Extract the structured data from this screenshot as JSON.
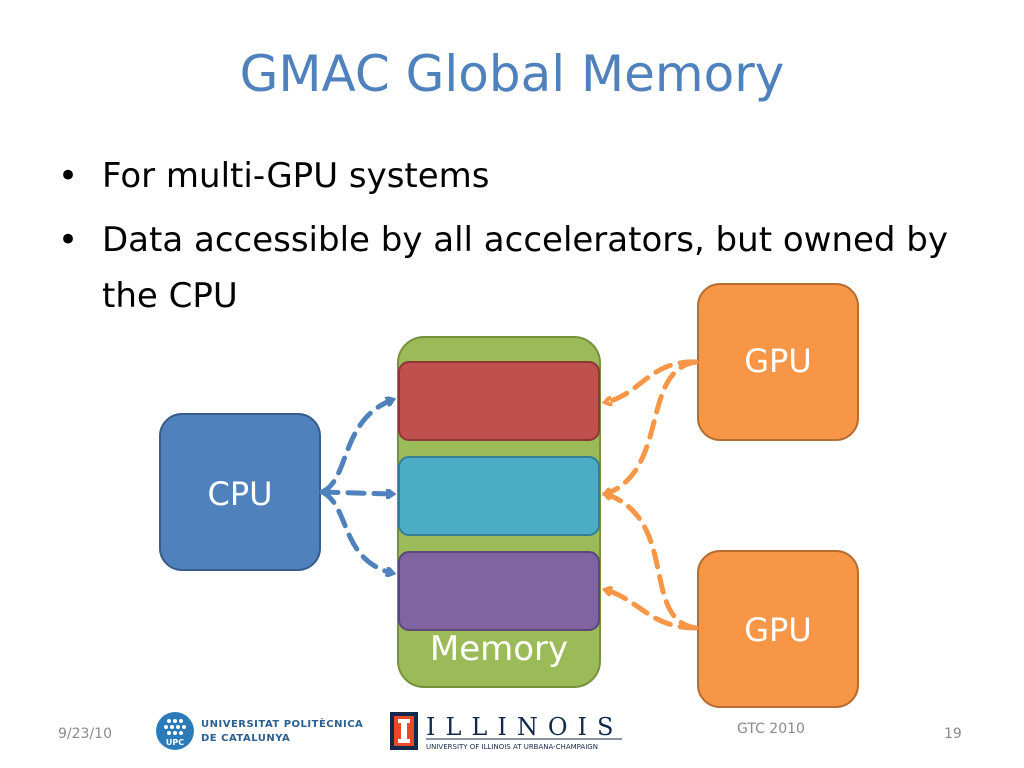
{
  "slide": {
    "title": "GMAC Global Memory",
    "bullets": [
      "For multi-GPU systems",
      "Data accessible by all accelerators, but owned by the CPU"
    ]
  },
  "diagram": {
    "cpu_label": "CPU",
    "gpu_labels": [
      "GPU",
      "GPU"
    ],
    "memory_label": "Memory",
    "colors": {
      "cpu": "#4f81bd",
      "gpu": "#f79646",
      "memory": "#9bbb59",
      "block_red": "#c0504d",
      "block_teal": "#4bacc6",
      "block_purple": "#8064a2",
      "cpu_arrow": "#4f81bd",
      "gpu_arrow": "#f79646"
    }
  },
  "footer": {
    "date": "9/23/10",
    "event": "GTC 2010",
    "page": "19",
    "upc_logo_line1": "UNIVERSITAT POLITÈCNICA",
    "upc_logo_line2": "DE CATALUNYA",
    "upc_badge": "UPC",
    "illinois_name": "ILLINOIS",
    "illinois_sub": "UNIVERSITY OF ILLINOIS AT URBANA-CHAMPAIGN"
  }
}
